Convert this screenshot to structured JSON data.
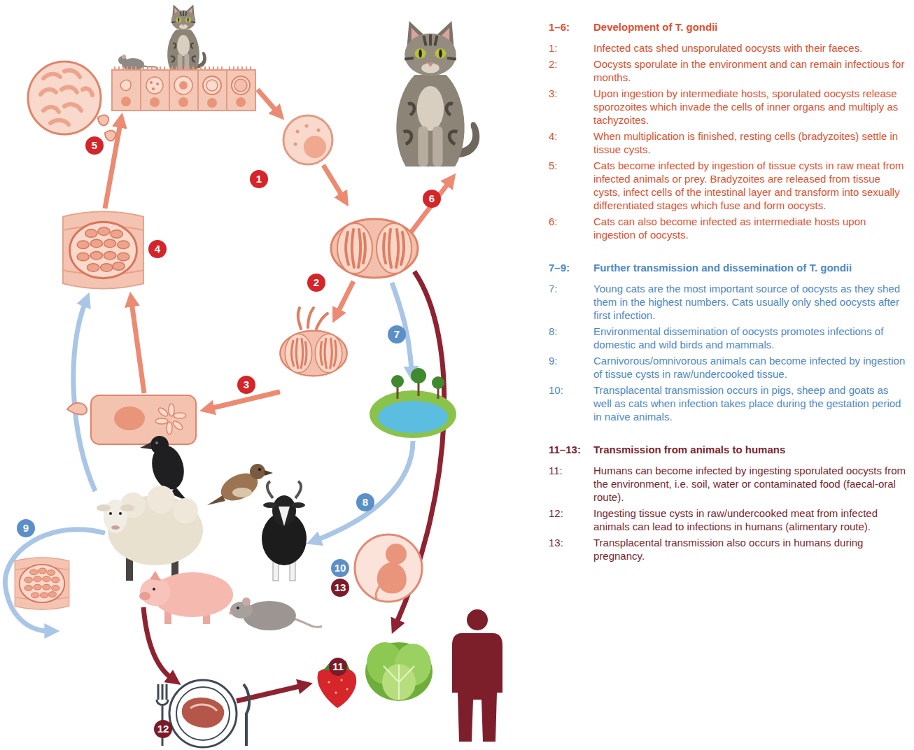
{
  "diagram": {
    "labels": [
      "5",
      "1",
      "6",
      "4",
      "2",
      "7",
      "3",
      "9",
      "8",
      "10",
      "13",
      "12",
      "11",
      "1–6:",
      "Development of T. gondii",
      "1:",
      "Infected cats shed unsporulated oocysts with their faeces.",
      "2:",
      "Oocysts sporulate in the environment and can remain infectious for months.",
      "3:",
      "Upon ingestion by intermediate hosts, sporulated oocysts release sporozoites which invade the cells of inner organs and multiply as tachyzoites.",
      "4:",
      "When multiplication is finished, resting cells (bradyzoites) settle in tissue cysts.",
      "5:",
      "Cats become infected by ingestion of tissue cysts in raw meat from infected animals or prey. Bradyzoites are released from tissue cysts, infect cells of the intestinal layer and transform into sexually differentiated stages which fuse and form oocysts.",
      "6:",
      "Cats can also become infected as intermediate hosts upon ingestion of oocysts.",
      "7–9:",
      "Further transmission and dissemination of T. gondii",
      "7:",
      "Young cats are the most important source of oocysts as they shed them in the highest numbers. Cats usually only shed oocysts after first infection.",
      "8:",
      "Environmental dissemination of oocysts promotes infections of domestic and wild birds and mammals.",
      "9:",
      "Carnivorous/omnivorous animals can become infected by ingestion of tissue cysts in raw/undercooked tissue.",
      "10:",
      "Transplacental transmission occurs in pigs, sheep and goats as well as cats when infection takes place during the gestation period in naïve animals.",
      "11–13:",
      "Transmission from animals to humans",
      "11:",
      "Humans can become infected by ingesting sporulated oocysts from the environment, i.e. soil, water or contaminated food (faecal-oral route).",
      "12:",
      "Ingesting tissue cysts in raw/undercooked meat from infected animals can lead to infections in humans (alimentary route).",
      "13:",
      "Transplacental transmission also occurs in humans during pregnancy."
    ]
  }
}
